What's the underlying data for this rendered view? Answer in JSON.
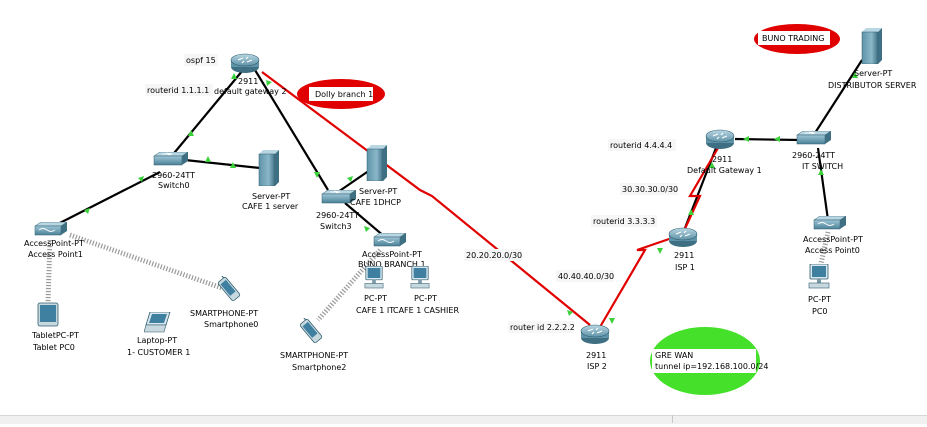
{
  "notes": {
    "ospf": "ospf 15",
    "routerid_1": "routerid 1.1.1.1",
    "routerid_4": "routerid 4.4.4.4",
    "net_30": "30.30.30.0/30",
    "routerid_3": "routerid 3.3.3.3",
    "net_20": "20.20.20.0/30",
    "net_40": "40.40.40.0/30",
    "routerid_2": "router id 2.2.2.2"
  },
  "callouts": {
    "dolly": "Dolly branch 1",
    "buno": "BUNO TRADING",
    "gre_title": "GRE WAN",
    "gre_tunnel": "tunnel ip=192.168.100.0/24"
  },
  "devices": {
    "router_gw2": {
      "model": "2911",
      "name": "default gateway 2"
    },
    "switch0": {
      "model": "2960-24TT",
      "name": "Switch0"
    },
    "server_cafe": {
      "model": "Server-PT",
      "name": "CAFE 1 server"
    },
    "switch3": {
      "model": "2960-24TT",
      "name": "Switch3"
    },
    "server_dhcp": {
      "model": "Server-PT",
      "name": "CAFE 1DHCP"
    },
    "ap1": {
      "model": "AccessPoint-PT",
      "name": "Access Point1"
    },
    "ap_buno": {
      "model": "AccessPoint-PT",
      "name": "BUNO BRANCH 1"
    },
    "tablet": {
      "model": "TabletPC-PT",
      "name": "Tablet PC0"
    },
    "laptop": {
      "model": "Laptop-PT",
      "name": "1- CUSTOMER 1"
    },
    "phone0": {
      "model": "SMARTPHONE-PT",
      "name": "Smartphone0"
    },
    "phone2": {
      "model": "SMARTPHONE-PT",
      "name": "Smartphone2"
    },
    "pc_it": {
      "model": "PC-PT",
      "name": "CAFE 1 IT"
    },
    "pc_cashier": {
      "model": "PC-PT",
      "name": "CAFE 1 CASHIER"
    },
    "isp2": {
      "model": "2911",
      "name": "ISP 2"
    },
    "isp1": {
      "model": "2911",
      "name": "ISP 1"
    },
    "router_gw1": {
      "model": "2911",
      "name": "Default Gateway 1"
    },
    "it_switch": {
      "model": "2960-24TT",
      "name": "IT SWITCH"
    },
    "server_dist": {
      "model": "Server-PT",
      "name": "DISTRIBUTOR SERVER"
    },
    "ap0": {
      "model": "AccessPoint-PT",
      "name": "Access Point0"
    },
    "pc0": {
      "model": "PC-PT",
      "name": "PC0"
    }
  }
}
